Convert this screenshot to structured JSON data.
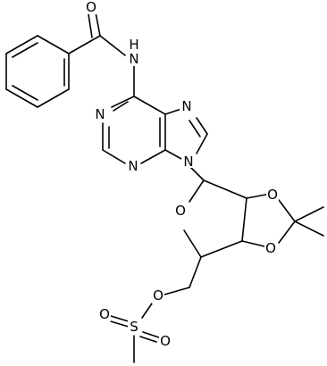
{
  "atoms": {
    "O_carbonyl": "O",
    "N_amide": "N",
    "H_amide": "H",
    "N1": "N",
    "N3": "N",
    "N7": "N",
    "N9": "N",
    "O_ring": "O",
    "O_dioxolane_top": "O",
    "O_dioxolane_bottom": "O",
    "O_ester": "O",
    "S": "S",
    "O_sulfonyl_left": "O",
    "O_sulfonyl_bottom": "O"
  },
  "colors": {
    "bond": "#000000",
    "text": "#000000",
    "background": "#ffffff"
  }
}
